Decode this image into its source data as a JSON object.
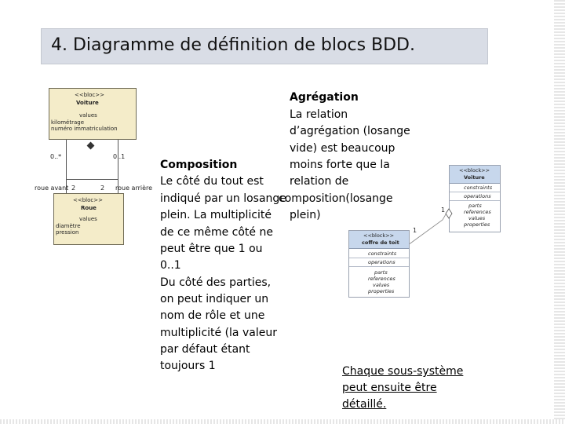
{
  "slide": {
    "title": "4. Diagramme de définition de blocs BDD."
  },
  "left_diagram": {
    "voiture": {
      "stereotype": "<<bloc>>",
      "name": "Voiture",
      "values_label": "values",
      "values": [
        "kilométrage",
        "numéro immatriculation"
      ]
    },
    "roue": {
      "stereotype": "<<bloc>>",
      "name": "Roue",
      "values_label": "values",
      "values": [
        "diamètre",
        "pression"
      ]
    },
    "multiplicity_left": "0..*",
    "multiplicity_right": "0..1",
    "role_left": "roue avant",
    "role_right": "roue arrière",
    "count_left": "2",
    "count_right": "2"
  },
  "composition_text": {
    "heading": "Composition",
    "lines": [
      "Le côté du tout est",
      "indiqué par un losange",
      "plein. La multiplicité",
      "de ce même côté ne",
      "peut être que 1 ou",
      "0..1",
      "Du côté des parties,",
      "on peut indiquer un",
      "nom de rôle et une",
      "multiplicité (la valeur",
      "par défaut étant",
      "toujours 1"
    ]
  },
  "aggregation_text": {
    "heading": "Agrégation",
    "lines": [
      "La relation",
      "d’agrégation (losange",
      "vide) est beaucoup",
      "moins forte que la",
      "relation de",
      "composition(losange",
      "plein)"
    ]
  },
  "right_diagram": {
    "voiture": {
      "stereotype": "<<block>>",
      "name": "Voiture",
      "compartments": [
        "constraints",
        "operations",
        "parts",
        "references",
        "values",
        "properties"
      ]
    },
    "coffre": {
      "stereotype": "<<block>>",
      "name": "coffre de toit",
      "compartments": [
        "constraints",
        "operations",
        "parts",
        "references",
        "values",
        "properties"
      ]
    },
    "mult_1": "1",
    "mult_2": "1"
  },
  "footer_link": {
    "lines": [
      "Chaque sous-système",
      "peut ensuite être",
      "détaillé."
    ]
  },
  "colors": {
    "title_bar": "#d9dde6",
    "uml_block_fill": "#f4ecc9",
    "sysml_header_fill": "#c7d7ec"
  }
}
